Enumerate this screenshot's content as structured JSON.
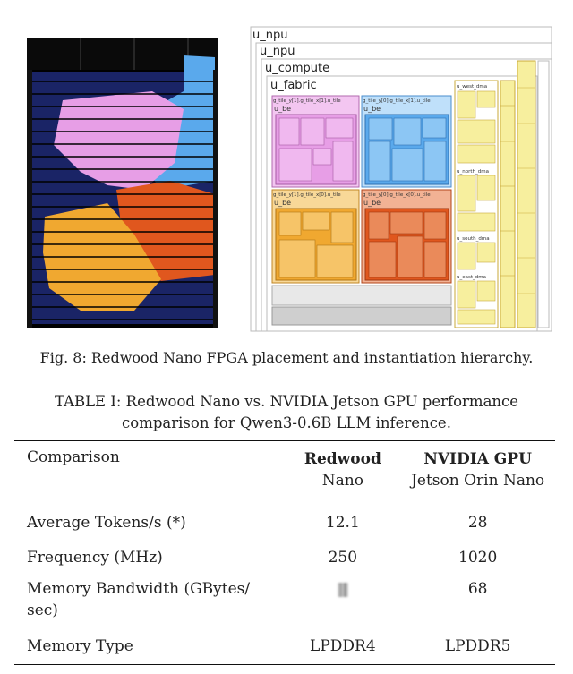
{
  "figure": {
    "hierarchy_labels": {
      "top": "u_npu",
      "npu": "u_npu",
      "compute": "u_compute",
      "fabric": "u_fabric",
      "tile_a": "g_tile_y[1].g_tile_x[1].u_tile",
      "tile_b": "g_tile_y[0].g_tile_x[1].u_tile",
      "tile_c": "g_tile_y[1].g_tile_x[0].u_tile",
      "tile_d": "g_tile_y[0].g_tile_x[0].u_tile",
      "be": "u_be",
      "west_dma": "u_west_dma",
      "north_dma": "u_north_dma",
      "south_dma": "u_south_dma",
      "east_dma": "u_east_dma"
    },
    "colors": {
      "pink": "#e79ee6",
      "blue": "#5aa9ec",
      "orange_red": "#e0571e",
      "amber": "#f0a830",
      "yellow_cell": "#f7ef9e",
      "border": "#c9a93a"
    },
    "caption": "Fig. 8: Redwood Nano FPGA placement and instantiation hierarchy."
  },
  "table": {
    "caption": "TABLE I: Redwood Nano vs. NVIDIA Jetson GPU performance comparison for Qwen3-0.6B LLM inference.",
    "header": {
      "col0": "Comparison",
      "col1_line1": "Redwood",
      "col1_line2": "Nano",
      "col2_line1": "NVIDIA GPU",
      "col2_line2": "Jetson Orin Nano"
    },
    "rows": [
      {
        "label": "Average Tokens/s (*)",
        "redwood": "12.1",
        "gpu": "28"
      },
      {
        "label": "Frequency (MHz)",
        "redwood": "250",
        "gpu": "1020"
      },
      {
        "label": "Memory Bandwidth (GBytes/ sec)",
        "redwood": "",
        "gpu": "68"
      },
      {
        "label": "Memory Type",
        "redwood": "LPDDR4",
        "gpu": "LPDDR5"
      }
    ]
  }
}
